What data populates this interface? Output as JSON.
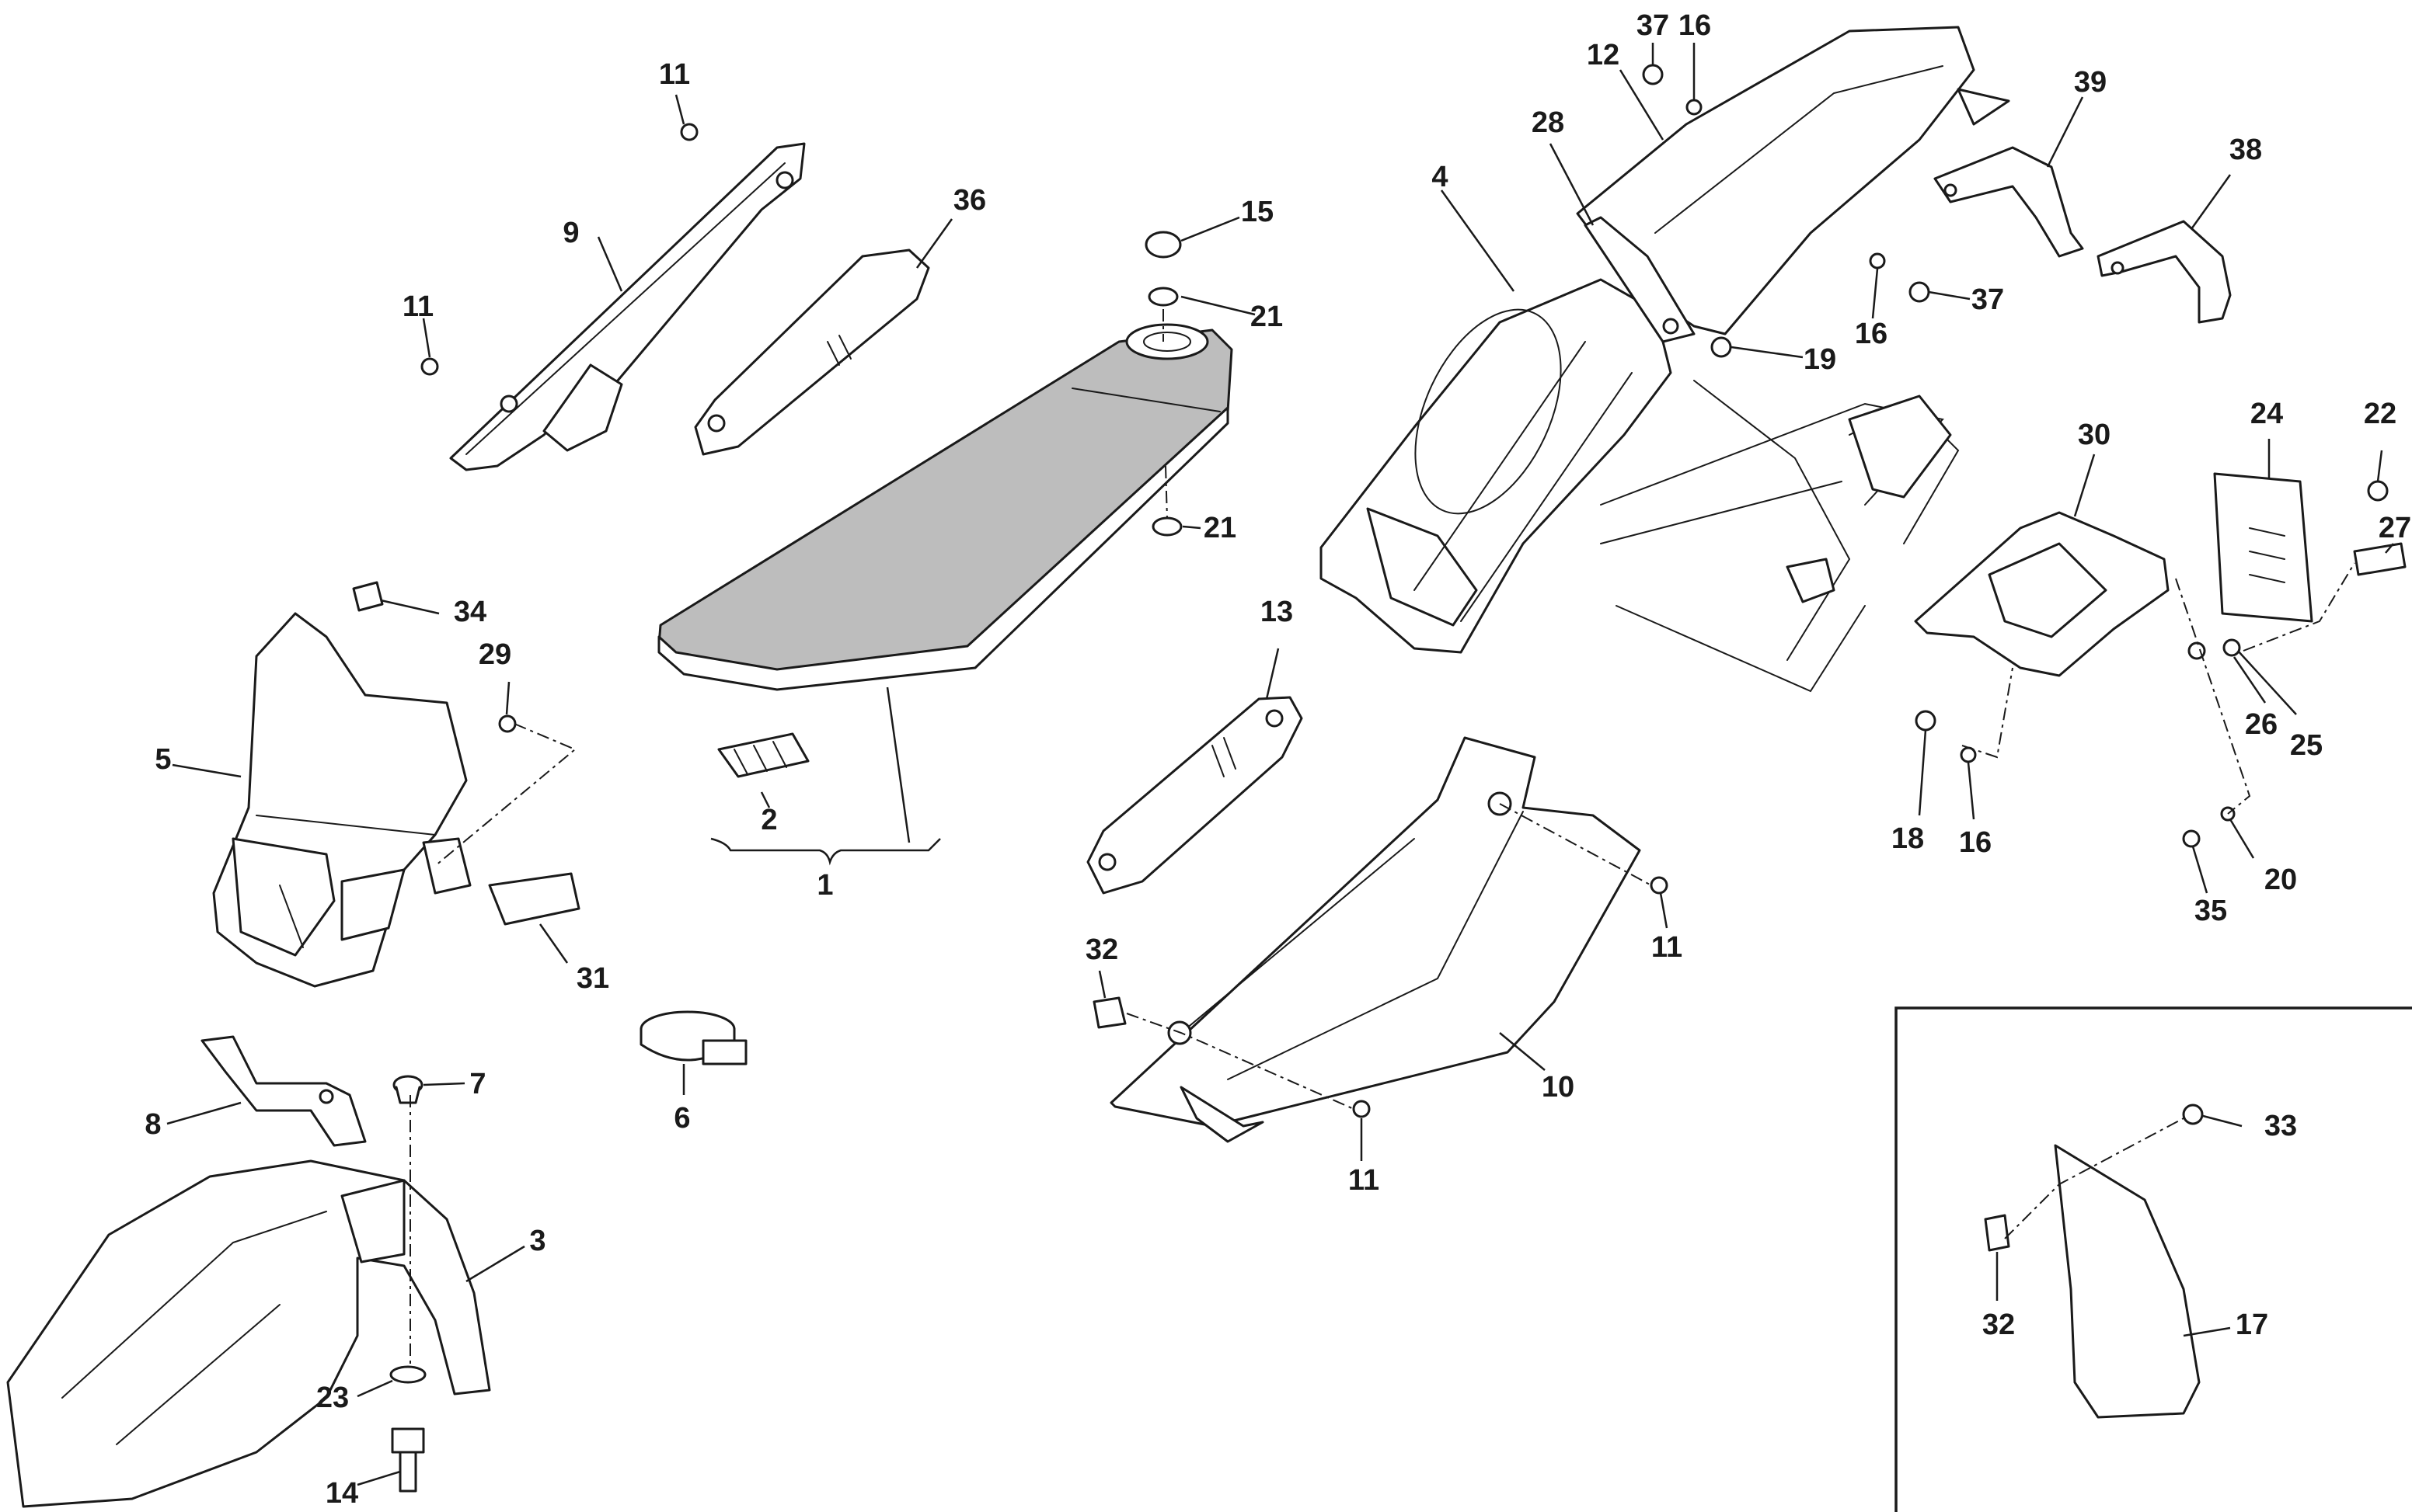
{
  "callouts": [
    {
      "id": "c1",
      "label": "1"
    },
    {
      "id": "c2",
      "label": "2"
    },
    {
      "id": "c3",
      "label": "3"
    },
    {
      "id": "c4",
      "label": "4"
    },
    {
      "id": "c5",
      "label": "5"
    },
    {
      "id": "c6",
      "label": "6"
    },
    {
      "id": "c7",
      "label": "7"
    },
    {
      "id": "c8",
      "label": "8"
    },
    {
      "id": "c9",
      "label": "9"
    },
    {
      "id": "c10",
      "label": "10"
    },
    {
      "id": "c11a",
      "label": "11"
    },
    {
      "id": "c11b",
      "label": "11"
    },
    {
      "id": "c11c",
      "label": "11"
    },
    {
      "id": "c11d",
      "label": "11"
    },
    {
      "id": "c12",
      "label": "12"
    },
    {
      "id": "c13",
      "label": "13"
    },
    {
      "id": "c14",
      "label": "14"
    },
    {
      "id": "c15",
      "label": "15"
    },
    {
      "id": "c16a",
      "label": "16"
    },
    {
      "id": "c16b",
      "label": "16"
    },
    {
      "id": "c16c",
      "label": "16"
    },
    {
      "id": "c17",
      "label": "17"
    },
    {
      "id": "c18",
      "label": "18"
    },
    {
      "id": "c19",
      "label": "19"
    },
    {
      "id": "c20",
      "label": "20"
    },
    {
      "id": "c21a",
      "label": "21"
    },
    {
      "id": "c21b",
      "label": "21"
    },
    {
      "id": "c22",
      "label": "22"
    },
    {
      "id": "c23",
      "label": "23"
    },
    {
      "id": "c24",
      "label": "24"
    },
    {
      "id": "c25",
      "label": "25"
    },
    {
      "id": "c26",
      "label": "26"
    },
    {
      "id": "c27",
      "label": "27"
    },
    {
      "id": "c28",
      "label": "28"
    },
    {
      "id": "c29",
      "label": "29"
    },
    {
      "id": "c30",
      "label": "30"
    },
    {
      "id": "c31",
      "label": "31"
    },
    {
      "id": "c32a",
      "label": "32"
    },
    {
      "id": "c32b",
      "label": "32"
    },
    {
      "id": "c33",
      "label": "33"
    },
    {
      "id": "c34",
      "label": "34"
    },
    {
      "id": "c35",
      "label": "35"
    },
    {
      "id": "c36",
      "label": "36"
    },
    {
      "id": "c37a",
      "label": "37"
    },
    {
      "id": "c37b",
      "label": "37"
    },
    {
      "id": "c38",
      "label": "38"
    },
    {
      "id": "c39",
      "label": "39"
    }
  ]
}
